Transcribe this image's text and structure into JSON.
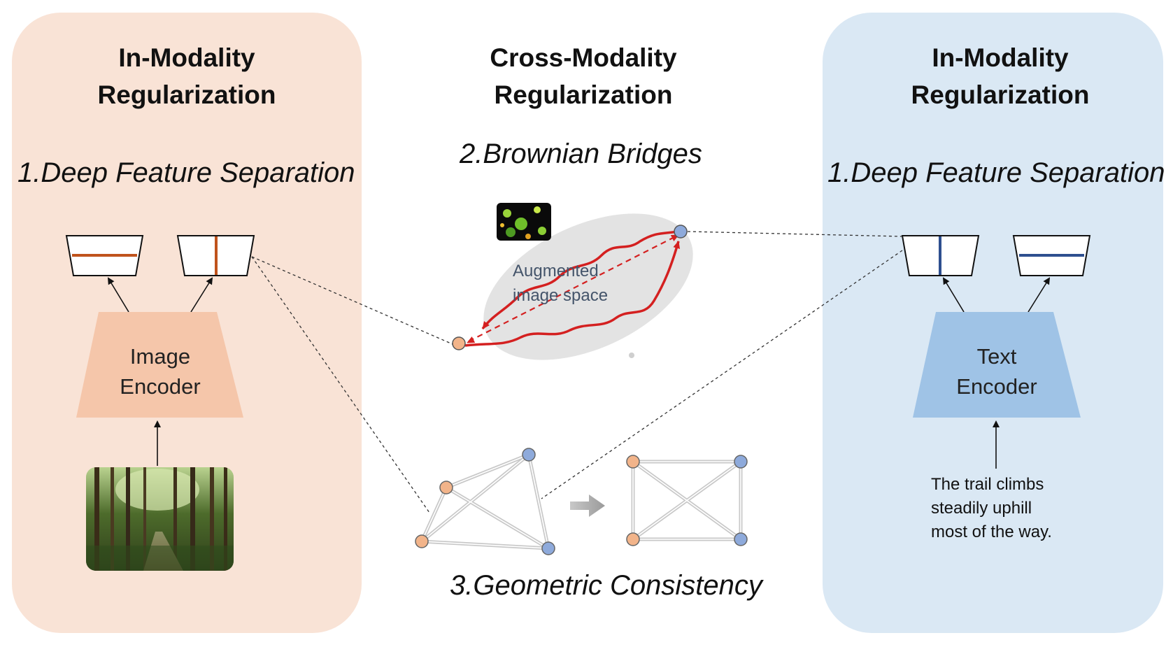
{
  "colors": {
    "left_panel_bg": "#f9e3d6",
    "right_panel_bg": "#dae8f4",
    "image_encoder": "#f5c6aa",
    "text_encoder": "#9fc3e6",
    "orange_feature": "#c0531c",
    "blue_feature": "#2e4f8f",
    "orange_node": "#f2b48a",
    "blue_node": "#8eaadb",
    "bridge_red": "#d42020",
    "ellipse_gray": "#e3e3e3"
  },
  "left_panel": {
    "title": "In-Modality\nRegularization",
    "subtitle": "1.Deep Feature Separation",
    "encoder_label": "Image\nEncoder",
    "input_image": "forest-path-photo"
  },
  "center": {
    "title": "Cross-Modality\nRegularization",
    "bridges_label": "2.Brownian Bridges",
    "space_label": "Augmented\nimage space",
    "geometric_label": "3.Geometric Consistency",
    "augmented_thumbnail": "augmented-forest-thumbnail",
    "arrow_icon": "gray-right-arrow-icon"
  },
  "right_panel": {
    "title": "In-Modality\nRegularization",
    "subtitle": "1.Deep Feature Separation",
    "encoder_label": "Text\nEncoder",
    "input_text": "The trail climbs\nsteadily uphill\nmost of the way."
  }
}
